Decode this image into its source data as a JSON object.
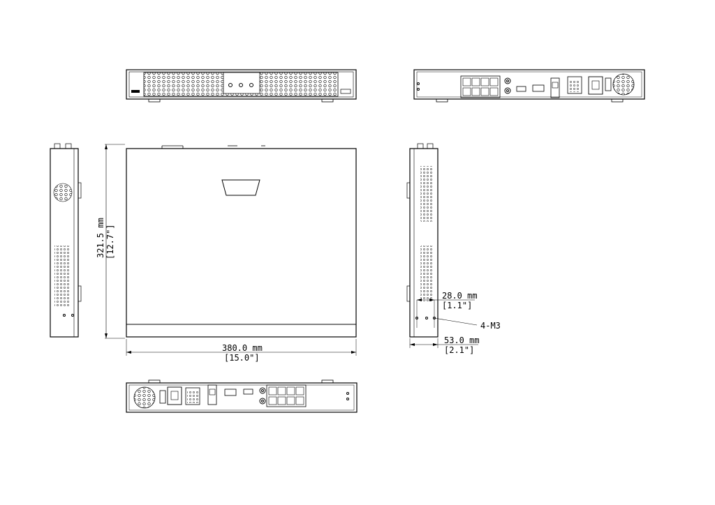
{
  "dimensions": {
    "height_mm": "321.5 mm",
    "height_in": "[12.7\"]",
    "width_mm": "380.0 mm",
    "width_in": "[15.0\"]",
    "depth_mm": "53.0 mm",
    "depth_in": "[2.1\"]",
    "foot_mm": "28.0 mm",
    "foot_in": "[1.1\"]"
  },
  "callouts": {
    "screw_label": "4-M3"
  },
  "colors": {
    "line": "#000000",
    "background": "#ffffff"
  }
}
